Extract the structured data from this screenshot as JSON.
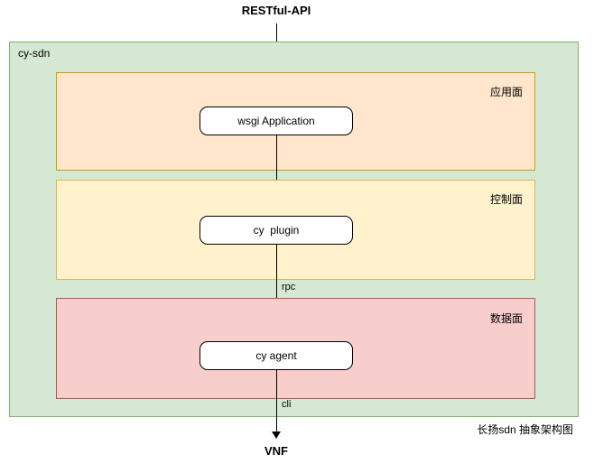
{
  "diagram": {
    "type": "layered-architecture",
    "caption": "长扬sdn 抽象架构图",
    "endpoints": {
      "top": "RESTful-API",
      "bottom": "VNF"
    },
    "container": {
      "title": "cy-sdn",
      "fill_color": "#d5e8d4",
      "border_color": "#82b366"
    },
    "planes": [
      {
        "label": "应用面",
        "fill_color": "#ffe6cc",
        "border_color": "#d79b00",
        "node": "wsgi Application"
      },
      {
        "label": "控制面",
        "fill_color": "#fff2cc",
        "border_color": "#d6b656",
        "node": "cy  plugin"
      },
      {
        "label": "数据面",
        "fill_color": "#f8cecc",
        "border_color": "#b85450",
        "node": "cy agent"
      }
    ],
    "connections": [
      {
        "from": "RESTful-API",
        "to": "wsgi Application",
        "label": ""
      },
      {
        "from": "wsgi Application",
        "to": "cy  plugin",
        "label": ""
      },
      {
        "from": "cy  plugin",
        "to": "cy agent",
        "label": "rpc"
      },
      {
        "from": "cy agent",
        "to": "VNF",
        "label": "cli"
      }
    ],
    "edge_labels": {
      "rpc": "rpc",
      "cli": "cli"
    }
  }
}
